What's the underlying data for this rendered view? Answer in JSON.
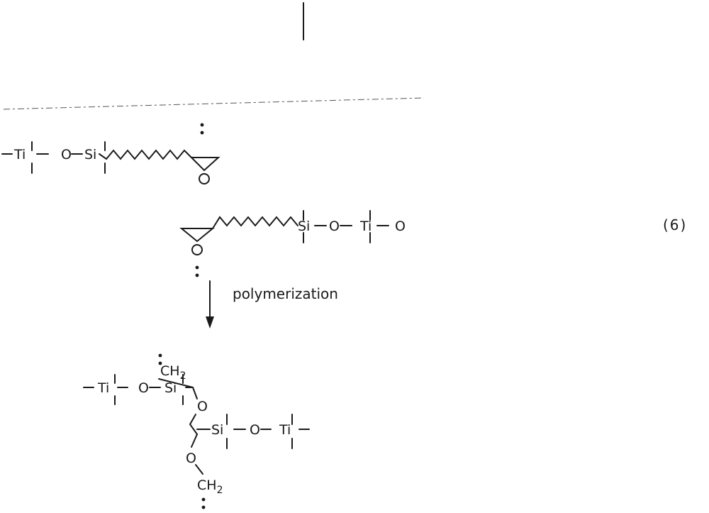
{
  "scheme": {
    "equation_number": "(6)",
    "reaction_label": "polymerization",
    "atoms": {
      "titanium": "Ti",
      "oxygen": "O",
      "silicon": "Si",
      "methylene": "CH",
      "methylene_subscript": "2"
    }
  },
  "colors": {
    "ink": "#1a1a1a",
    "background": "#ffffff"
  }
}
